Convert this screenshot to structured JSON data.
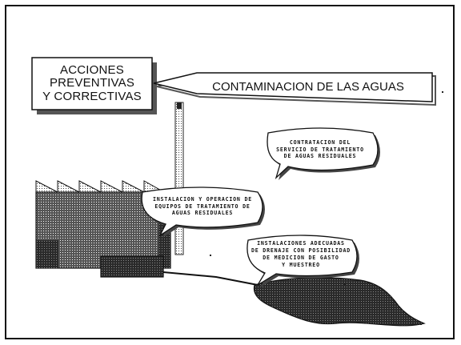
{
  "slide": {
    "left_box": {
      "lines": [
        "ACCIONES",
        "PREVENTIVAS",
        "Y CORRECTIVAS"
      ]
    },
    "banner": {
      "label": "CONTAMINACION DE LAS AGUAS"
    },
    "callouts": {
      "contratacion": {
        "lines": [
          "CONTRATACION DEL",
          "SERVICIO DE TRATAMIENTO",
          "DE AGUAS RESIDUALES"
        ]
      },
      "instalacion_equipos": {
        "lines": [
          "INSTALACION Y OPERACION DE",
          "EQUIPOS DE TRATAMIENTO DE",
          "AGUAS RESIDUALES"
        ]
      },
      "instalaciones_drenaje": {
        "lines": [
          "INSTALACIONES ADECUADAS",
          "DE DRENAJE CON POSIBILIDAD",
          "DE MEDICION DE GASTO",
          "Y MUESTREO"
        ]
      }
    }
  },
  "colors": {
    "ink": "#111111",
    "factory_fill": "#4a4a4a",
    "pond_fill": "#3c3c3c",
    "background": "#ffffff"
  },
  "icons": [
    "factory-icon",
    "smokestack-icon",
    "water-pond-icon",
    "pipe-icon"
  ]
}
